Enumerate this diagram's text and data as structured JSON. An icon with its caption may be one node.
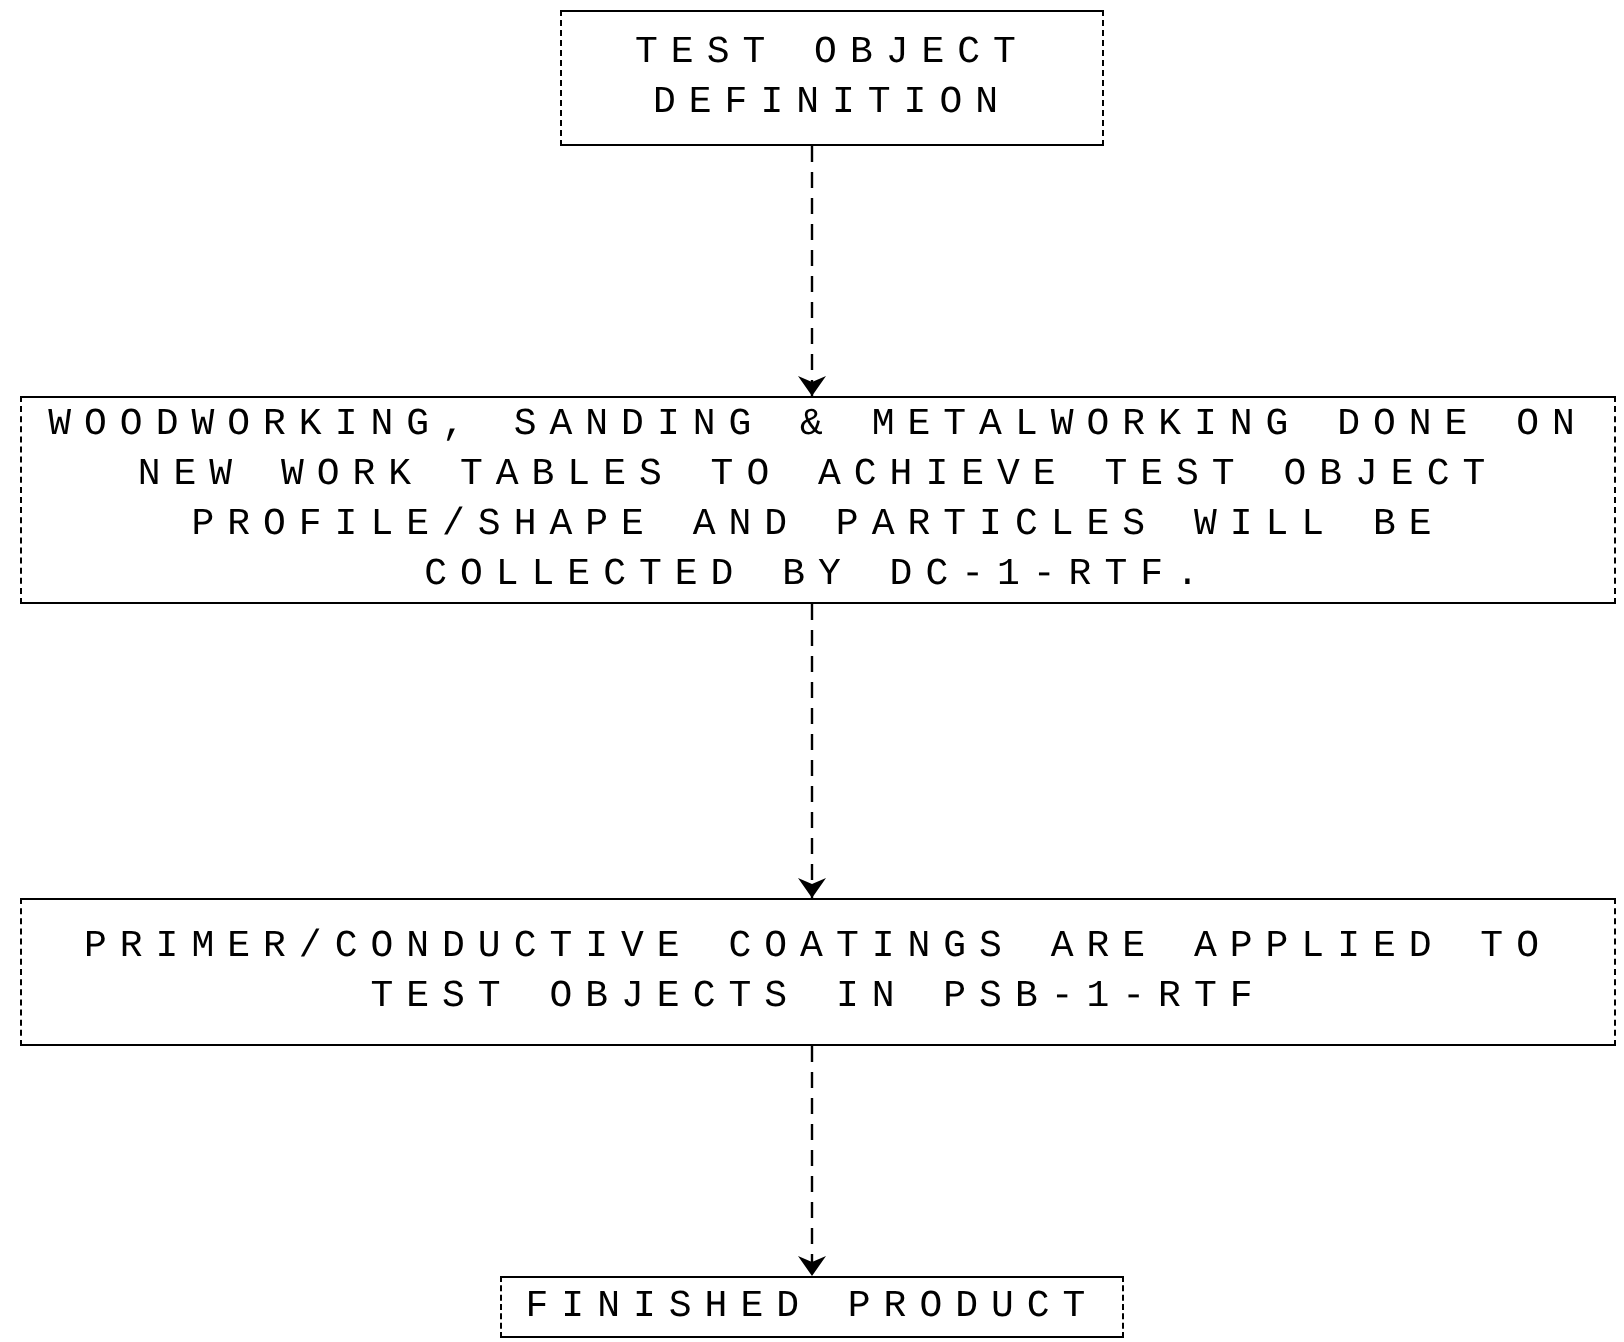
{
  "diagram": {
    "nodes": [
      {
        "text": [
          "TEST OBJECT DEFINITION"
        ]
      },
      {
        "text": [
          "WOODWORKING, SANDING & METALWORKING DONE ON NEW WORK TABLES TO ACHIEVE TEST OBJECT PROFILE/SHAPE AND PARTICLES WILL BE COLLECTED BY DC-1-RTF."
        ]
      },
      {
        "text": [
          "PRIMER/CONDUCTIVE COATINGS ARE APPLIED TO TEST OBJECTS IN PSB-1-RTF"
        ]
      },
      {
        "text": [
          "FINISHED PRODUCT"
        ]
      }
    ],
    "edges": [
      {
        "from": 0,
        "to": 1,
        "arrow": "to",
        "style": "dashed"
      },
      {
        "from": 1,
        "to": 2,
        "arrow": "to",
        "style": "dashed"
      },
      {
        "from": 2,
        "to": 3,
        "arrow": "to",
        "style": "dashed"
      }
    ]
  }
}
